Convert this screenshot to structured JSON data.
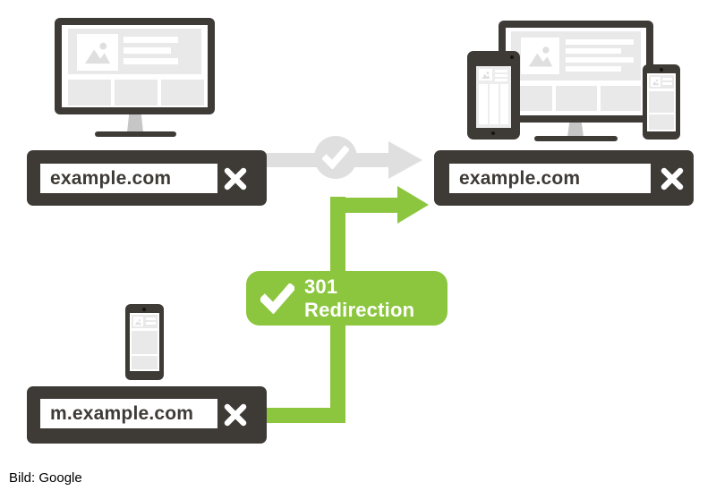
{
  "colors": {
    "dark_gray": "#3E3A36",
    "panel_gray": "#E9E9E9",
    "arrow_gray": "#DFDFDF",
    "green": "#8CC63F",
    "background": "#FFFFFF",
    "url_text": "#3E3A36",
    "badge_text": "#FFFFFF"
  },
  "icons": {
    "close": "✕",
    "check": "✓",
    "image_placeholder": "mountain-photo"
  },
  "address_bars": {
    "desktop": {
      "url": "example.com"
    },
    "responsive": {
      "url": "example.com"
    },
    "mobile": {
      "url": "m.example.com"
    }
  },
  "badge": {
    "label": "301 Redirection"
  },
  "caption": {
    "text": "Bild: Google"
  }
}
